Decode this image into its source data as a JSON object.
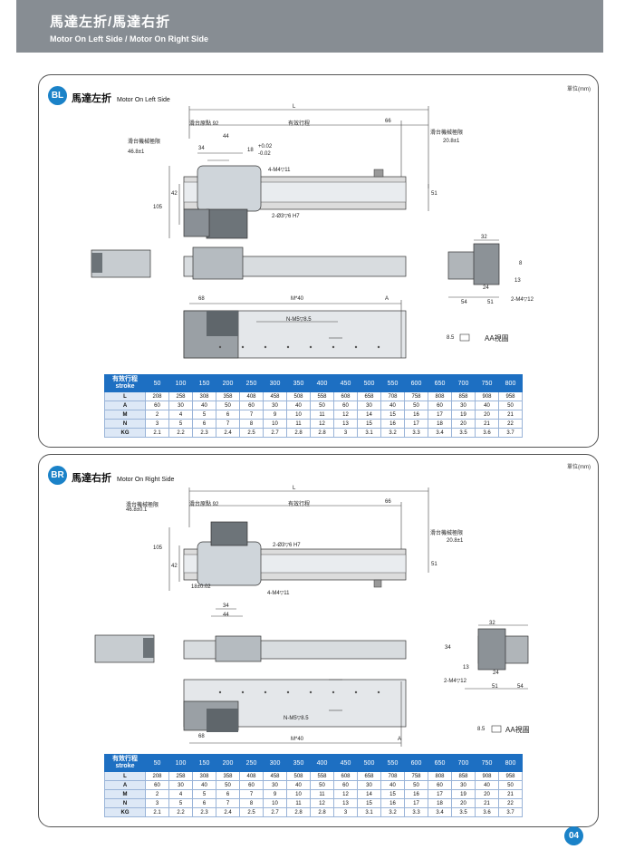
{
  "header": {
    "title_zh": "馬達左折/馬達右折",
    "title_en": "Motor On Left Side / Motor On Right Side"
  },
  "unit_label": "單位(mm)",
  "sections": [
    {
      "badge": "BL",
      "title_zh": "馬達左折",
      "title_en": "Motor On Left Side",
      "dims": {
        "L": "L",
        "origin": "滑台原點 92",
        "stroke": "有效行程",
        "d66": "66",
        "limit_left": "滑台機械極限",
        "limit_left_val": "46.8±1",
        "limit_right": "滑台機械極限",
        "limit_right_val": "20.8±1",
        "d44": "44",
        "d34": "34",
        "d18": "18",
        "tol_plus": "+0.02",
        "tol_minus": "-0.02",
        "m4": "4-M4▽11",
        "hole": "2-Ø3▽6 H7",
        "d42": "42",
        "d105": "105",
        "d51": "51",
        "d68": "68",
        "m40": "M*40",
        "A": "A",
        "nm5": "N-M5▽8.5",
        "d32": "32",
        "d13": "13",
        "d24": "24",
        "d54": "54",
        "d51b": "51",
        "m4_12": "2-M4▽12",
        "d8": "8",
        "aa_d": "8.5",
        "aa": "AA視圖"
      }
    },
    {
      "badge": "BR",
      "title_zh": "馬達右折",
      "title_en": "Motor On Right Side",
      "dims": {
        "L": "L",
        "origin": "滑台原點 92",
        "stroke": "有效行程",
        "d66": "66",
        "limit_left": "滑台機械極限",
        "limit_left_val": "46.8±0.1",
        "limit_right": "滑台機械極限",
        "limit_right_val": "20.8±1",
        "d44": "44",
        "d34": "34",
        "d18": "18±0.02",
        "m4": "4-M4▽11",
        "hole": "2-Ø3▽6 H7",
        "d42": "42",
        "d105": "105",
        "d51": "51",
        "d68": "68",
        "m40": "M*40",
        "A": "A",
        "nm5": "N-M5▽8.5",
        "d32": "32",
        "d13": "13",
        "d24": "24",
        "d54": "54",
        "d51b": "51",
        "m4_12": "2-M4▽12",
        "d8": "34",
        "aa_d": "8.5",
        "aa": "AA視圖"
      }
    }
  ],
  "table": {
    "header_zh": "有效行程",
    "header_en": "stroke",
    "strokes": [
      "50",
      "100",
      "150",
      "200",
      "250",
      "300",
      "350",
      "400",
      "450",
      "500",
      "550",
      "600",
      "650",
      "700",
      "750",
      "800"
    ],
    "rows": [
      {
        "label": "L",
        "values": [
          "208",
          "258",
          "308",
          "358",
          "408",
          "458",
          "508",
          "558",
          "608",
          "658",
          "708",
          "758",
          "808",
          "858",
          "908",
          "958"
        ]
      },
      {
        "label": "A",
        "values": [
          "60",
          "30",
          "40",
          "50",
          "60",
          "30",
          "40",
          "50",
          "60",
          "30",
          "40",
          "50",
          "60",
          "30",
          "40",
          "50"
        ]
      },
      {
        "label": "M",
        "values": [
          "2",
          "4",
          "5",
          "6",
          "7",
          "9",
          "10",
          "11",
          "12",
          "14",
          "15",
          "16",
          "17",
          "19",
          "20",
          "21"
        ]
      },
      {
        "label": "N",
        "values": [
          "3",
          "5",
          "6",
          "7",
          "8",
          "10",
          "11",
          "12",
          "13",
          "15",
          "16",
          "17",
          "18",
          "20",
          "21",
          "22"
        ]
      },
      {
        "label": "KG",
        "values": [
          "2.1",
          "2.2",
          "2.3",
          "2.4",
          "2.5",
          "2.7",
          "2.8",
          "2.8",
          "3",
          "3.1",
          "3.2",
          "3.3",
          "3.4",
          "3.5",
          "3.6",
          "3.7"
        ]
      }
    ]
  },
  "page_number": "04"
}
